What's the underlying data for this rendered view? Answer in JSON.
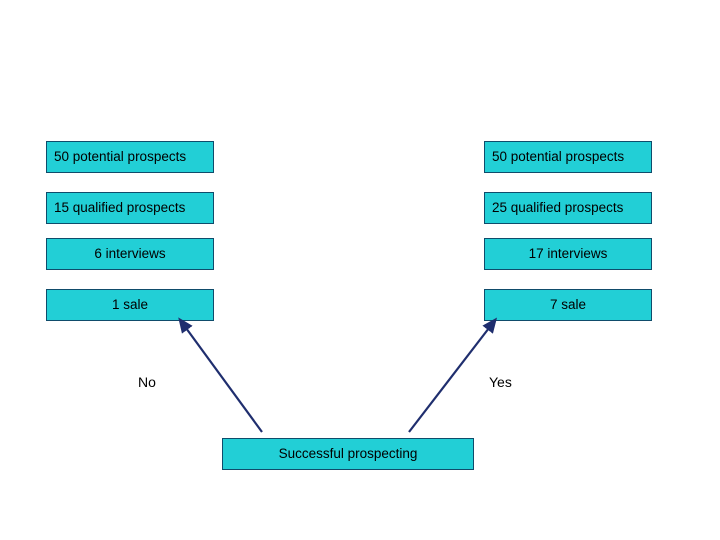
{
  "slide": {
    "background_color": "#FFFFFF",
    "box_fill_color": "#22CFD6",
    "box_border_color": "#0F4C6B",
    "arrow_color": "#1F2E6E"
  },
  "left_column": {
    "label": "No",
    "boxes": [
      {
        "text": "50 potential prospects",
        "align": "left"
      },
      {
        "text": "15 qualified prospects",
        "align": "left"
      },
      {
        "text": "6 interviews",
        "align": "center"
      },
      {
        "text": "1 sale",
        "align": "center"
      }
    ]
  },
  "right_column": {
    "label": "Yes",
    "boxes": [
      {
        "text": "50 potential prospects",
        "align": "left"
      },
      {
        "text": "25 qualified prospects",
        "align": "left"
      },
      {
        "text": "17 interviews",
        "align": "center"
      },
      {
        "text": "7 sale",
        "align": "center"
      }
    ]
  },
  "bottom": {
    "text": "Successful prospecting"
  }
}
